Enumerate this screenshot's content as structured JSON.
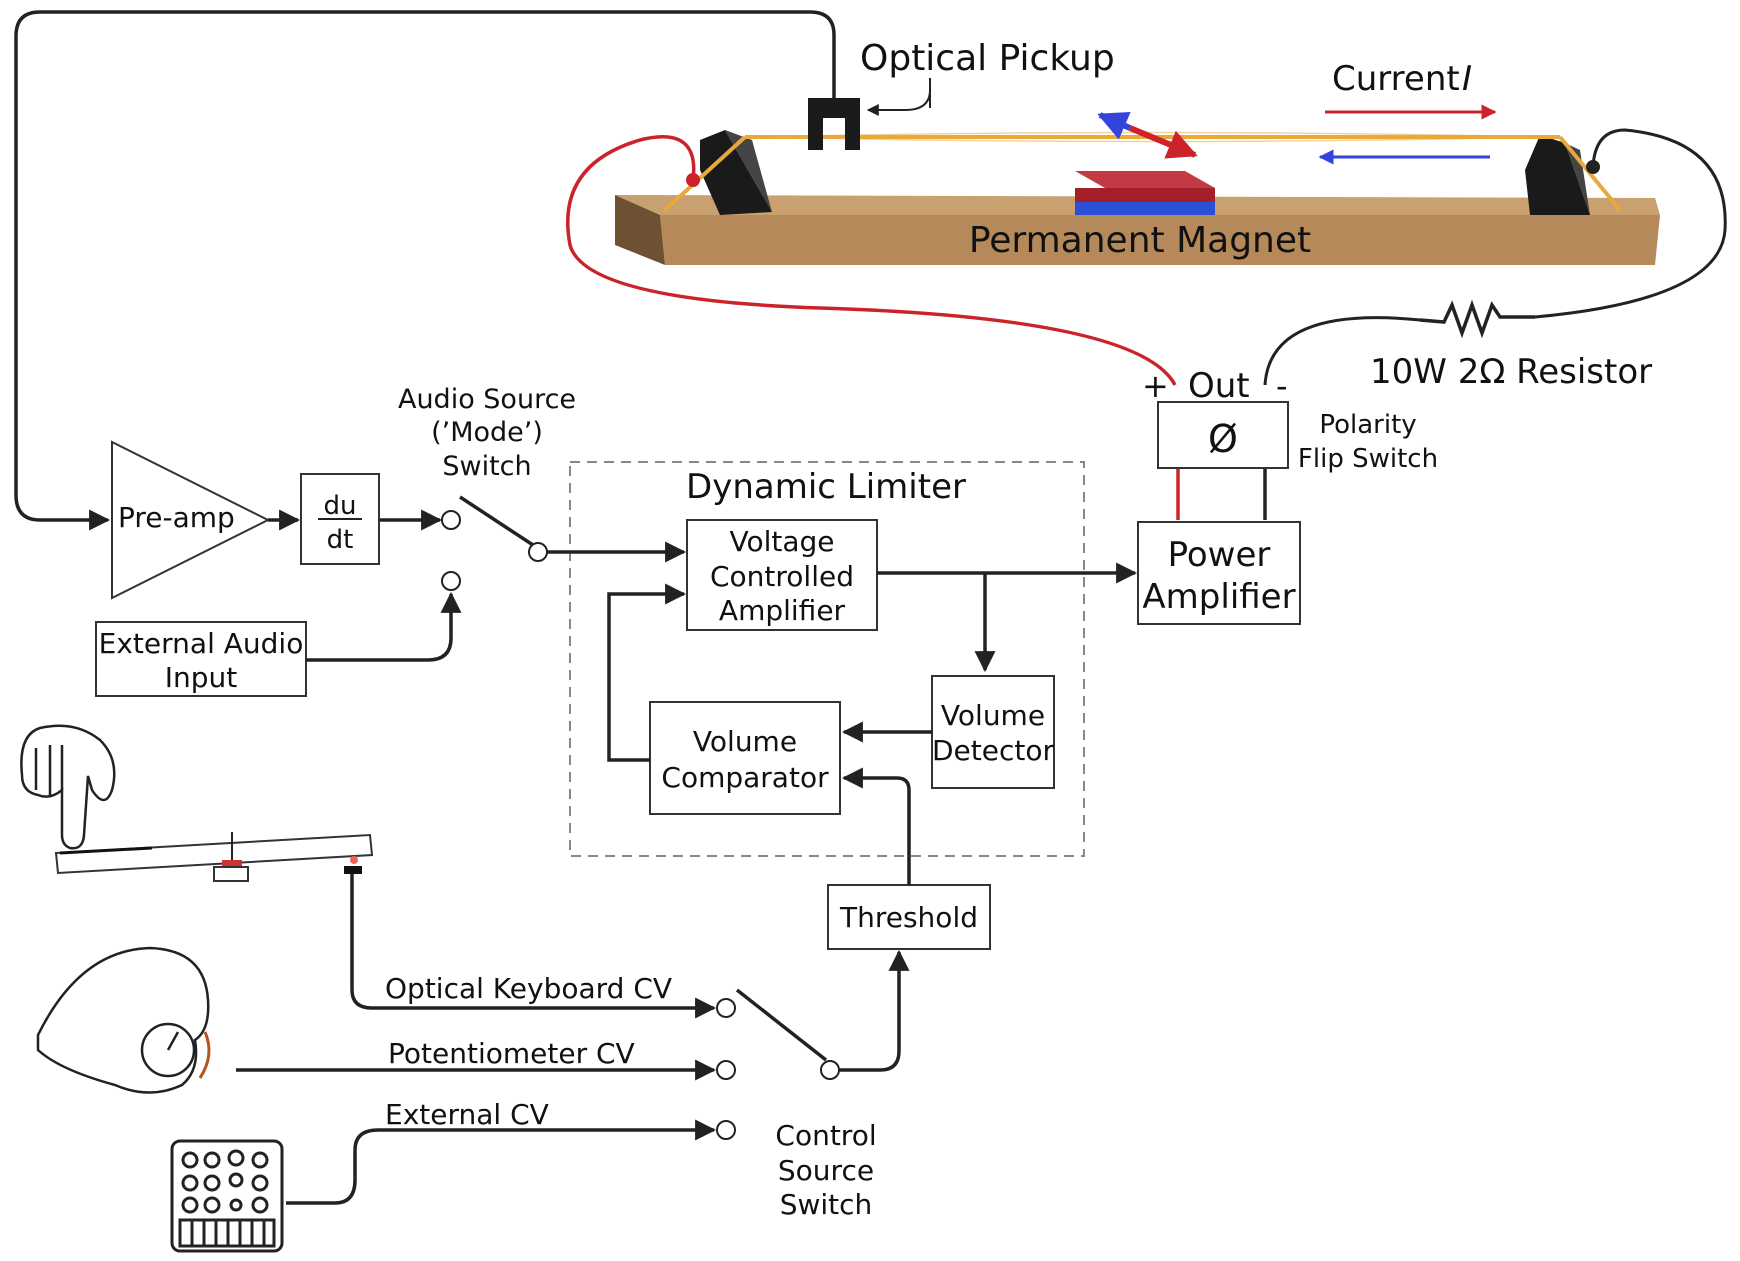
{
  "labels": {
    "optical_pickup": "Optical Pickup",
    "current": "Current",
    "current_symbol": "I",
    "permanent_magnet": "Permanent Magnet",
    "plus": "+",
    "out": "Out",
    "minus": "-",
    "resistor": "10W 2Ω Resistor",
    "polarity_symbol": "Ø",
    "polarity_line1": "Polarity",
    "polarity_line2": "Flip Switch",
    "power_amp_line1": "Power",
    "power_amp_line2": "Amplifier",
    "audio_source_line1": "Audio Source",
    "audio_source_line2": "(’Mode’)",
    "audio_source_line3": "Switch",
    "dynamic_limiter": "Dynamic Limiter",
    "vca_line1": "Voltage",
    "vca_line2": "Controlled",
    "vca_line3": "Amplifier",
    "preamp": "Pre-amp",
    "du": "du",
    "dt": "dt",
    "ext_audio_line1": "External Audio",
    "ext_audio_line2": "Input",
    "volume_detector_line1": "Volume",
    "volume_detector_line2": "Detector",
    "volume_comparator_line1": "Volume",
    "volume_comparator_line2": "Comparator",
    "threshold": "Threshold",
    "optical_keyboard_cv": "Optical Keyboard CV",
    "potentiometer_cv": "Potentiometer CV",
    "external_cv": "External CV",
    "control_source_line1": "Control",
    "control_source_line2": "Source",
    "control_source_line3": "Switch"
  },
  "colors": {
    "wire": "#222222",
    "red_wire": "#cc2229",
    "blue_arrow": "#3344dd",
    "string": "#e8a83a",
    "wood": "#b5895a",
    "magnet_red": "#a3202a",
    "magnet_blue": "#2b4fd6",
    "dashed": "#888888"
  }
}
